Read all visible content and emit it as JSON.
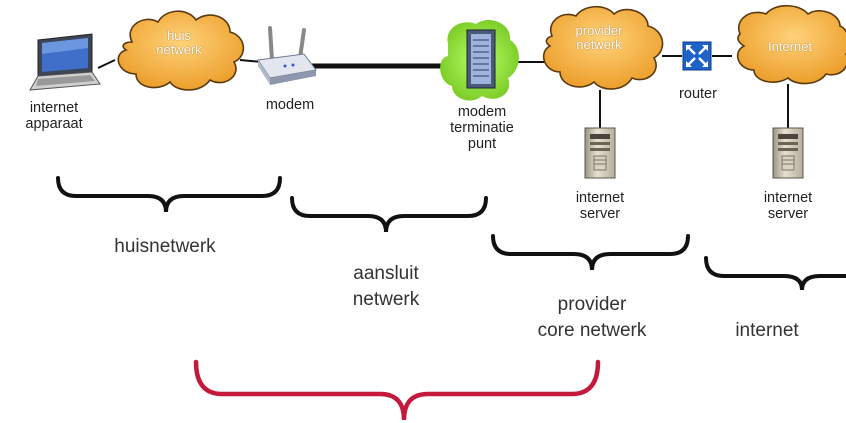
{
  "nodes": {
    "laptop": {
      "label_line1": "internet",
      "label_line2": "apparaat"
    },
    "huis_cloud": {
      "label_line1": "huis",
      "label_line2": "netwerk"
    },
    "modem": {
      "label": "modem"
    },
    "modem_termination": {
      "label_line1": "modem",
      "label_line2": "terminatie",
      "label_line3": "punt"
    },
    "provider_cloud": {
      "label_line1": "provider",
      "label_line2": "netwerk"
    },
    "router": {
      "label": "router"
    },
    "internet_cloud": {
      "label": "Internet"
    },
    "server_1": {
      "label_line1": "internet",
      "label_line2": "server"
    },
    "server_2": {
      "label_line1": "internet",
      "label_line2": "server"
    }
  },
  "segments": {
    "huisnetwerk": "huisnetwerk",
    "aansluit": {
      "line1": "aansluit",
      "line2": "netwerk"
    },
    "provider_core": {
      "line1": "provider",
      "line2": "core netwerk"
    },
    "internet": "internet"
  },
  "colors": {
    "cloud_fill": "#f5b74c",
    "cloud_stroke": "#5a3a10",
    "brace_black": "#111111",
    "brace_red": "#c4193b",
    "glow_green": "#8ed93a",
    "router_blue": "#1e64c8"
  }
}
